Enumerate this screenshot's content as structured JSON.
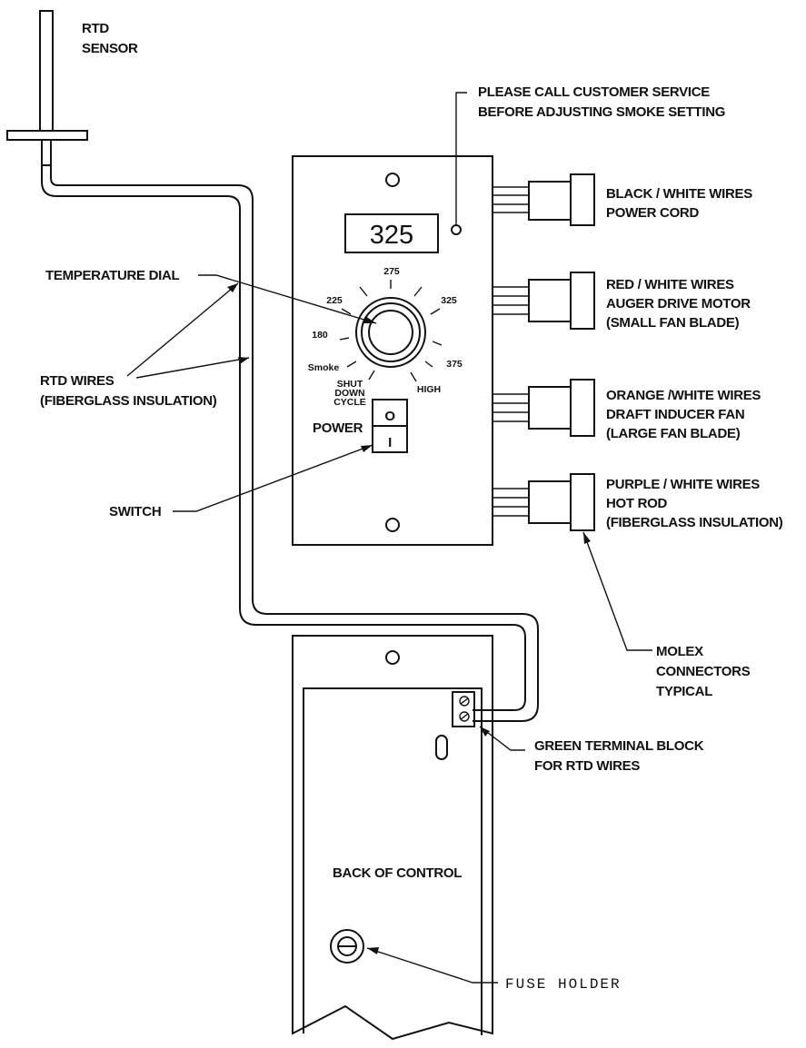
{
  "labels": {
    "rtd_sensor": [
      "RTD",
      "SENSOR"
    ],
    "customer_service": [
      "PLEASE CALL CUSTOMER SERVICE",
      "BEFORE ADJUSTING SMOKE SETTING"
    ],
    "temperature_dial": "TEMPERATURE DIAL",
    "rtd_wires": [
      "RTD WIRES",
      "(FIBERGLASS INSULATION)"
    ],
    "switch": "SWITCH",
    "power": "POWER",
    "connectors": [
      [
        "BLACK / WHITE WIRES",
        "POWER CORD"
      ],
      [
        "RED / WHITE WIRES",
        "AUGER DRIVE MOTOR",
        "(SMALL FAN BLADE)"
      ],
      [
        "ORANGE /WHITE WIRES",
        "DRAFT INDUCER FAN",
        "(LARGE FAN BLADE)"
      ],
      [
        "PURPLE / WHITE WIRES",
        "HOT ROD",
        "(FIBERGLASS INSULATION)"
      ]
    ],
    "molex": [
      "MOLEX",
      "CONNECTORS",
      "TYPICAL"
    ],
    "terminal_block": [
      "GREEN TERMINAL BLOCK",
      "FOR RTD WIRES"
    ],
    "back_of_control": "BACK OF CONTROL",
    "fuse_holder": "FUSE HOLDER"
  },
  "display": {
    "value": "325"
  },
  "dial": {
    "t275": "275",
    "t225": "225",
    "t325": "325",
    "t180": "180",
    "t375": "375",
    "smoke": "Smoke",
    "high": "HIGH",
    "shutdown": [
      "SHUT",
      "DOWN",
      "CYCLE"
    ]
  },
  "switch_symbols": {
    "off": "O",
    "on": "I"
  }
}
